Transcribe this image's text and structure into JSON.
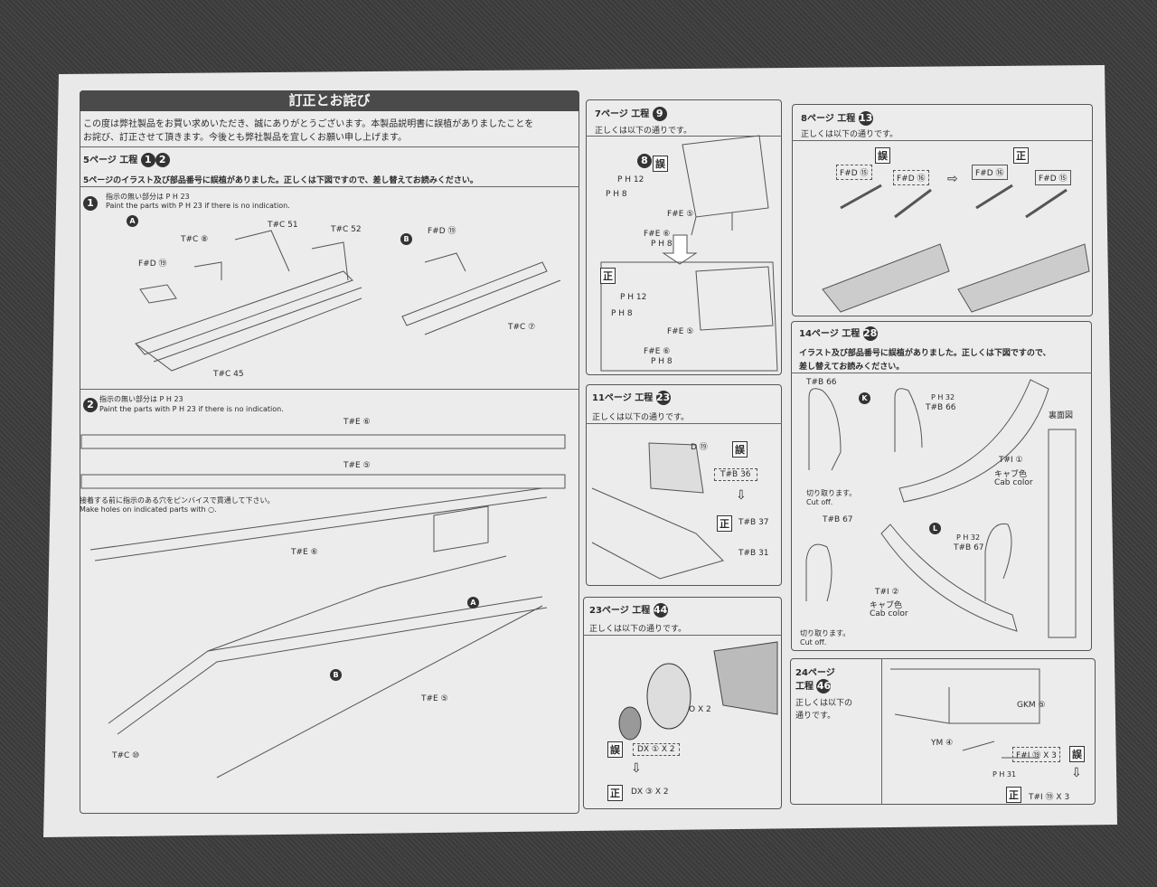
{
  "header": {
    "title": "訂正とお詫び",
    "intro_line1": "この度は弊社製品をお買い求めいただき、誠にありがとうございます。本製品説明書に誤植がありましたことを",
    "intro_line2": "お詫び、訂正させて頂きます。今後とも弊社製品を宜しくお願い申し上げます。"
  },
  "sec5": {
    "title": "5ページ 工程",
    "steps": [
      "1",
      "2"
    ],
    "desc": "5ページのイラスト及び部品番号に誤植がありました。正しくは下図ですので、差し替えてお読みください。",
    "step1": {
      "num": "1",
      "jp": "指示の無い部分は P H 23",
      "en": "Paint the parts with P H 23 if there is no indication.",
      "labels": [
        "A",
        "B",
        "T#C ⑧",
        "T#C 51",
        "T#C 52",
        "F#D ⑲",
        "F#D ⑲",
        "T#C ⑦",
        "T#C 45"
      ]
    },
    "step2": {
      "num": "2",
      "jp": "指示の無い部分は P H 23",
      "en": "Paint the parts with P H 23 if there is no indication.",
      "labels": [
        "T#E ⑥",
        "T#E ⑤",
        "T#E ⑥",
        "T#E ⑤",
        "T#C ⑩",
        "A",
        "B"
      ],
      "note_jp": "接着する前に指示のある穴をピンバイスで貫通して下さい。",
      "note_en": "Make holes on indicated parts with ○."
    }
  },
  "sec7": {
    "title": "7ページ 工程",
    "step": "9",
    "desc": "正しくは以下の通りです。",
    "wrong": "誤",
    "right": "正",
    "labels": [
      "8",
      "P H 12",
      "P H 8",
      "F#E ⑤",
      "F#E ⑥",
      "P H 8",
      "P H 12",
      "P H 8",
      "F#E ⑤",
      "F#E ⑥",
      "P H 8"
    ]
  },
  "sec11": {
    "title": "11ページ 工程",
    "step": "23",
    "desc": "正しくは以下の通りです。",
    "wrong": "誤",
    "right": "正",
    "labels": [
      "D ⑲",
      "T#B 36",
      "T#B 37",
      "T#B 31"
    ]
  },
  "sec23": {
    "title": "23ページ 工程",
    "step": "44",
    "desc": "正しくは以下の通りです。",
    "wrong": "誤",
    "right": "正",
    "wrong_part": "DX ① X 2",
    "right_part": "DX ③ X 2",
    "o_label": "O X 2"
  },
  "sec8": {
    "title": "8ページ 工程",
    "step": "13",
    "desc": "正しくは以下の通りです。",
    "wrong": "誤",
    "right": "正",
    "labels": [
      "F#D ⑮",
      "F#D ⑯",
      "F#D ⑯",
      "F#D ⑮"
    ]
  },
  "sec14": {
    "title": "14ページ 工程",
    "step": "28",
    "desc1": "イラスト及び部品番号に誤植がありました。正しくは下図ですので、",
    "desc2": "差し替えてお読みください。",
    "labels": [
      "T#B 66",
      "K",
      "P H 32",
      "T#B 66",
      "T#I ①",
      "キャブ色",
      "Cab color",
      "裏面図",
      "切り取ります。",
      "Cut off.",
      "T#B 67",
      "L",
      "P H 32",
      "T#B 67",
      "T#I ②",
      "キャブ色",
      "Cab color",
      "切り取ります。",
      "Cut off."
    ]
  },
  "sec24": {
    "title1": "24ページ",
    "title2": "工程",
    "step": "46",
    "desc1": "正しくは以下の",
    "desc2": "通りです。",
    "wrong": "誤",
    "right": "正",
    "labels": [
      "GKM ⑤",
      "YM ④",
      "F#I ⑲ X 3",
      "P H 31",
      "T#I ⑲ X 3"
    ]
  }
}
